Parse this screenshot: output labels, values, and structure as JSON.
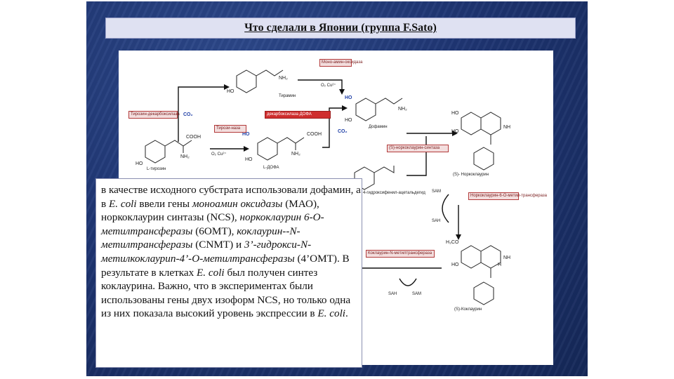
{
  "title": "Что сделали в Японии (группа  F.Sato)",
  "diagram": {
    "compounds": {
      "tyramine": "Тирамин",
      "dopamine": "Дофамин",
      "l_tyrosine": "L-тирозин",
      "l_dopa": "L-ДОФА",
      "aldehyde": "4-гидроксифенил-ацетальдегид",
      "norcoclaurine": "(S)- Норкоклаурин",
      "coclaurine": "(S)-Коклаурин"
    },
    "enzymes": {
      "monoamine_oxidase": "Моно-амин-оксидаза",
      "tyrosine_decarboxylase": "Тирозин-декарбоксилаза",
      "dopa_decarboxylase": "декарбоксилаза ДОФА",
      "tyrosinase": "Тирози-наза",
      "ncs": "(S)-норкоклаурин-синтаза",
      "omt": "Норкоклаурин-6-О-метил-трансфераза",
      "cnmt": "Коклаурин-N-метилтрансфераза"
    },
    "cofactors": {
      "o2_cu": "O₂ Cu²⁺",
      "co2": "CO₂",
      "sam": "SAM",
      "sah": "SAH"
    },
    "atoms": {
      "ho": "HO",
      "nh2": "NH₂",
      "nh": "NH",
      "cooh": "COOH",
      "h3co": "H₃CO",
      "h": "H"
    }
  },
  "text_box": {
    "s1": "в качестве исходного субстрата использовали дофамин, а в ",
    "s2": "E. coli",
    "s3": " ввели гены ",
    "s4": "моноамин оксидазы",
    "s5": " (МАО), норкоклаурин синтазы (NCS), ",
    "s6": "норкоклаурин 6-О-метилтрансферазы",
    "s7": " (6ОМТ), ",
    "s8": "коклаурин--N-метилтрансферазы",
    "s9": " (CNMT) и ",
    "s10": "3’-гидрокси-N-метилкоклаурип-4’-О-метилтрансферазы",
    "s11": " (4’ОМТ). В результате в клетках ",
    "s12": "E. coli",
    "s13": " был получен синтез коклаурина. Важно, что в экспериментах были использованы гены двух изоформ NCS, но только одна из них показала высокий уровень экспрессии в ",
    "s14": "E. coli",
    "s15": "."
  }
}
